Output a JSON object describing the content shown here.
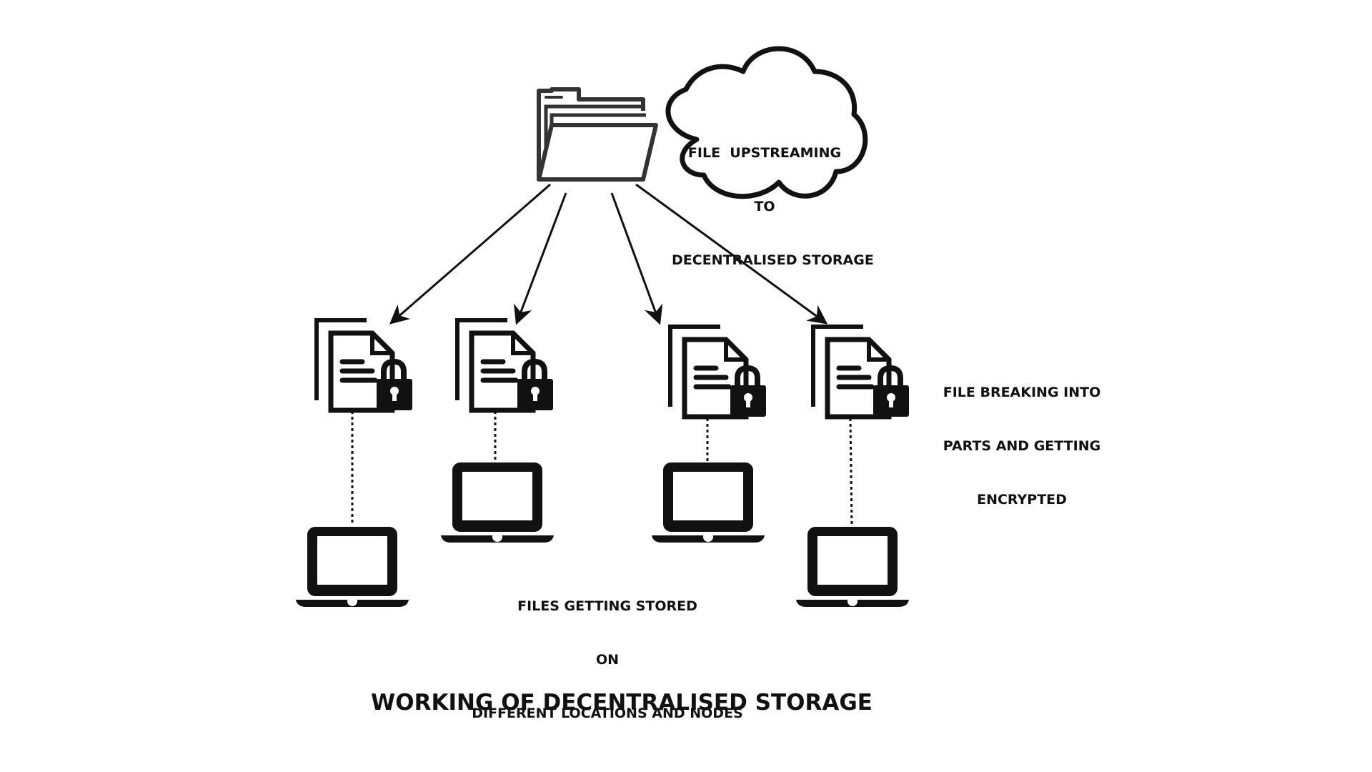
{
  "diagram": {
    "title": "WORKING OF DECENTRALISED STORAGE",
    "cloud_label": {
      "lines": [
        "FILE  UPSTREAMING",
        "TO",
        "DECENTRALISED STORAGE"
      ]
    },
    "encryption_label": {
      "lines": [
        "FILE BREAKING INTO",
        "PARTS AND GETTING",
        "ENCRYPTED"
      ]
    },
    "storage_label": {
      "lines": [
        "FILES GETTING STORED",
        "ON",
        "DIFFERENT LOCATIONS AND NODES"
      ]
    },
    "icons": {
      "source": "folder-icon",
      "cloud": "cloud-icon",
      "fragment": "encrypted-document-icon",
      "node": "laptop-icon"
    },
    "colors": {
      "ink": "#111111",
      "background": "#ffffff"
    }
  }
}
